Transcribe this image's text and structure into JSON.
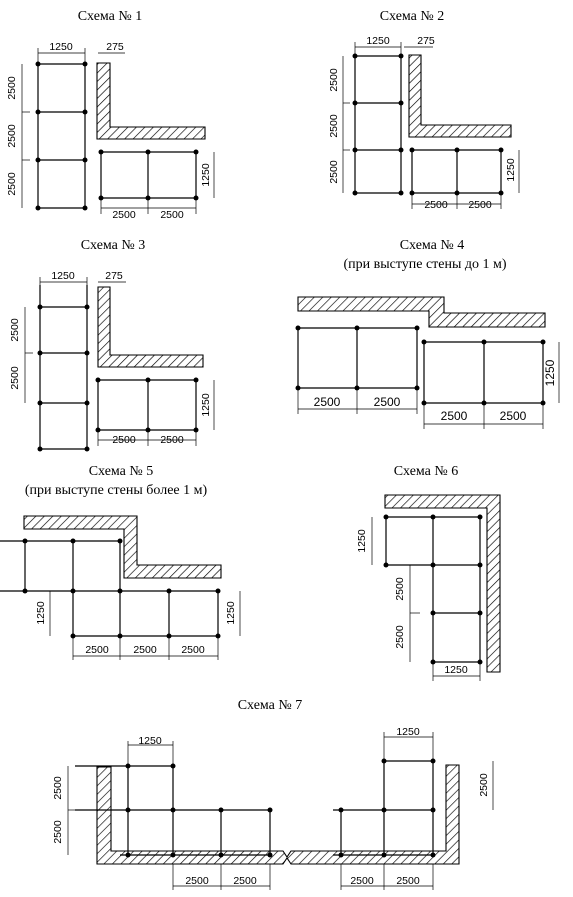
{
  "schemes": [
    {
      "id": 1,
      "title": "Схема № 1",
      "subtitle": "",
      "dims": {
        "top": "1250",
        "wall": "275",
        "left": [
          "2500",
          "2500",
          "2500"
        ],
        "bottom": [
          "2500",
          "2500"
        ],
        "right": "1250"
      }
    },
    {
      "id": 2,
      "title": "Схема № 2",
      "subtitle": "",
      "dims": {
        "top": "1250",
        "wall": "275",
        "left": [
          "2500",
          "2500",
          "2500"
        ],
        "bottom": [
          "2500",
          "2500"
        ],
        "right": "1250"
      }
    },
    {
      "id": 3,
      "title": "Схема № 3",
      "subtitle": "",
      "dims": {
        "top": "1250",
        "wall": "275",
        "left": [
          "2500",
          "2500"
        ],
        "bottom": [
          "2500",
          "2500"
        ],
        "right": "1250"
      }
    },
    {
      "id": 4,
      "title": "Схема № 4",
      "subtitle": "(при выступе стены до 1 м)",
      "dims": {
        "bottom_left": [
          "2500",
          "2500"
        ],
        "bottom_right": [
          "2500",
          "2500"
        ],
        "right": "1250"
      }
    },
    {
      "id": 5,
      "title": "Схема № 5",
      "subtitle": "(при выступе стены более 1 м)",
      "dims": {
        "left": "1250",
        "bottom": [
          "2500",
          "2500",
          "2500"
        ],
        "right": "1250"
      }
    },
    {
      "id": 6,
      "title": "Схема № 6",
      "subtitle": "",
      "dims": {
        "left_top": "1250",
        "left": [
          "2500",
          "2500"
        ],
        "bottom": "1250"
      }
    },
    {
      "id": 7,
      "title": "Схема № 7",
      "subtitle": "",
      "dims": {
        "left_top": "1250",
        "left": [
          "2500",
          "2500"
        ],
        "bottom_left": [
          "2500",
          "2500"
        ],
        "right_top": "1250",
        "right": "2500",
        "bottom_right": [
          "2500",
          "2500"
        ]
      }
    }
  ]
}
